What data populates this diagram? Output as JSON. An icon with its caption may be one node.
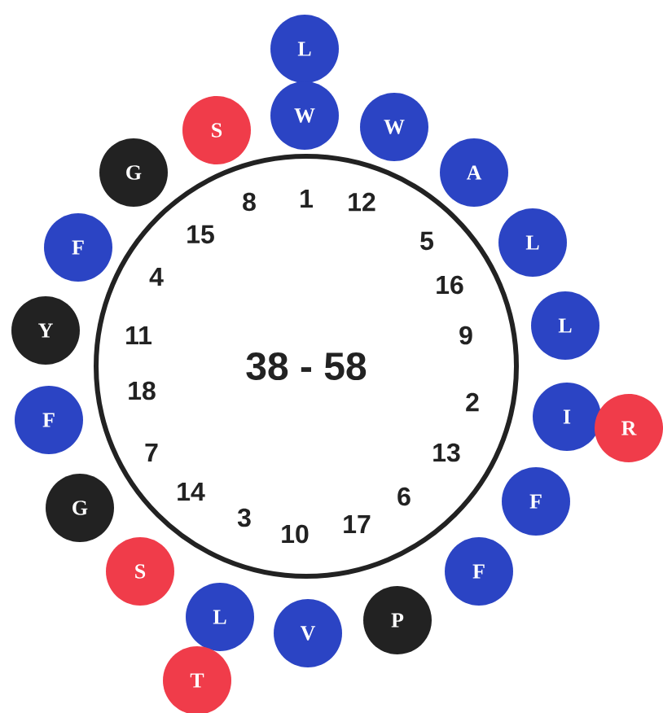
{
  "diagram": {
    "nodes": [
      {
        "text": [
          "L"
        ]
      },
      {
        "text": [
          "W"
        ]
      },
      {
        "text": [
          "W"
        ]
      },
      {
        "text": [
          "A"
        ]
      },
      {
        "text": [
          "L"
        ]
      },
      {
        "text": [
          "L"
        ]
      },
      {
        "text": [
          "I"
        ]
      },
      {
        "text": [
          "R"
        ]
      },
      {
        "text": [
          "F"
        ]
      },
      {
        "text": [
          "F"
        ]
      },
      {
        "text": [
          "P"
        ]
      },
      {
        "text": [
          "V"
        ]
      },
      {
        "text": [
          "L"
        ]
      },
      {
        "text": [
          "T"
        ]
      },
      {
        "text": [
          "S"
        ]
      },
      {
        "text": [
          "G"
        ]
      },
      {
        "text": [
          "F"
        ]
      },
      {
        "text": [
          "Y"
        ]
      },
      {
        "text": [
          "F"
        ]
      },
      {
        "text": [
          "G"
        ]
      },
      {
        "text": [
          "S"
        ]
      }
    ],
    "labels": [
      "38 - 58",
      "1",
      "12",
      "5",
      "16",
      "9",
      "2",
      "13",
      "6",
      "17",
      "10",
      "3",
      "14",
      "7",
      "18",
      "11",
      "4",
      "15",
      "8"
    ]
  }
}
